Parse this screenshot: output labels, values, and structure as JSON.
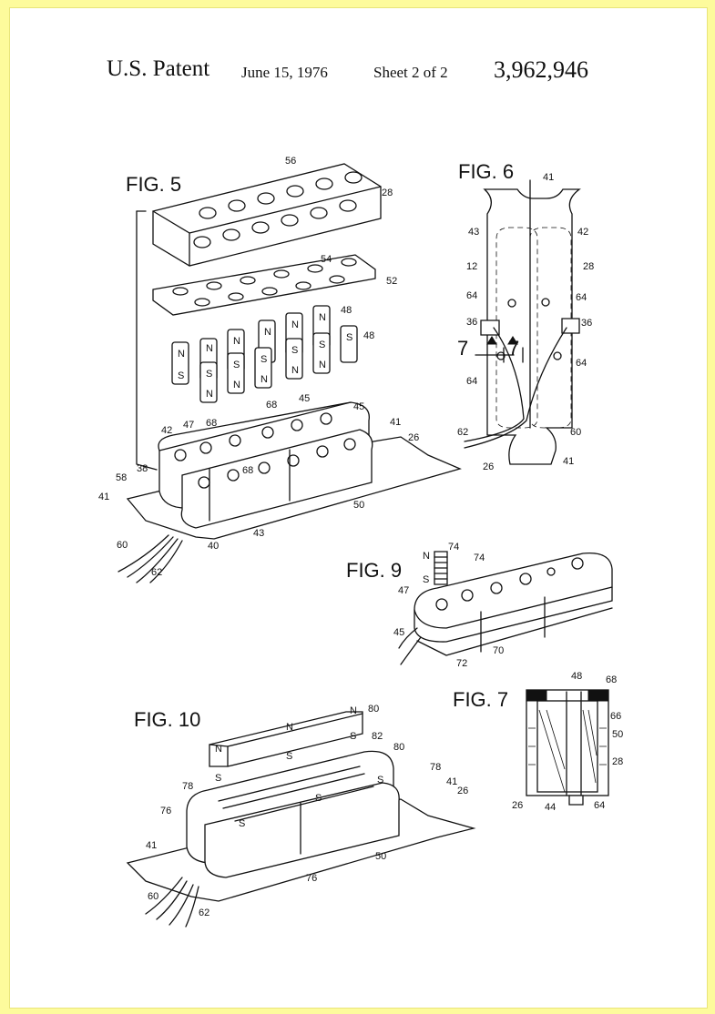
{
  "header": {
    "title": "U.S. Patent",
    "date": "June 15, 1976",
    "sheet": "Sheet 2 of 2",
    "patent_number": "3,962,946"
  },
  "figures": {
    "fig5": {
      "label": "FIG. 5",
      "refs": [
        "56",
        "28",
        "54",
        "52",
        "48",
        "48",
        "42",
        "47",
        "68",
        "68",
        "45",
        "45",
        "41",
        "26",
        "68",
        "38",
        "58",
        "41",
        "50",
        "43",
        "40",
        "60",
        "62"
      ]
    },
    "fig6": {
      "label": "FIG. 6",
      "refs": [
        "41",
        "43",
        "42",
        "12",
        "28",
        "64",
        "64",
        "36",
        "36",
        "7",
        "7",
        "64",
        "64",
        "62",
        "60",
        "26",
        "41"
      ]
    },
    "fig9": {
      "label": "FIG. 9",
      "refs": [
        "74",
        "74",
        "47",
        "45",
        "70",
        "72"
      ]
    },
    "fig7": {
      "label": "FIG. 7",
      "refs": [
        "48",
        "68",
        "66",
        "50",
        "28",
        "26",
        "44",
        "64"
      ]
    },
    "fig10": {
      "label": "FIG. 10",
      "refs": [
        "80",
        "82",
        "80",
        "78",
        "78",
        "41",
        "26",
        "76",
        "41",
        "50",
        "76",
        "60",
        "62"
      ]
    }
  },
  "pole_letters": {
    "north": "N",
    "south": "S"
  },
  "colors": {
    "page_border": "#fdfb9c",
    "paper": "#ffffff",
    "ink": "#111111"
  }
}
